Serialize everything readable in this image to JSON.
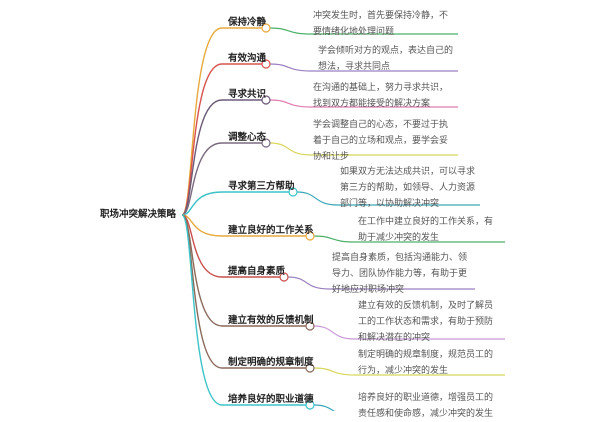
{
  "root": "职场冲突解决策略",
  "branches": [
    {
      "label": "保持冷静",
      "text": [
        "冲突发生时，首先要保持冷静，不",
        "要情绪化地处理问题"
      ],
      "branch_color": "#e8a93c",
      "leaf_color": "#4caf6a"
    },
    {
      "label": "有效沟通",
      "text": [
        "学会倾听对方的观点，表达自己的",
        "想法，寻求共同点"
      ],
      "branch_color": "#d9534f",
      "leaf_color": "#9b7fc0"
    },
    {
      "label": "寻求共识",
      "text": [
        "在沟通的基础上，努力寻求共识，",
        "找到双方都能接受的解决方案"
      ],
      "branch_color": "#6b5a78",
      "leaf_color": "#e07ab0"
    },
    {
      "label": "调整心态",
      "text": [
        "学会调整自己的心态，不要过于执",
        "着于自己的立场和观点，要学会妥",
        "协和让步"
      ],
      "branch_color": "#7a6a80",
      "leaf_color": "#d8d65a"
    },
    {
      "label": "寻求第三方帮助",
      "text": [
        "如果双方无法达成共识，可以寻求",
        "第三方的帮助，如领导、人力资源",
        "部门等，以协助解决冲突"
      ],
      "branch_color": "#3cc3c8",
      "leaf_color": "#3aa6b8"
    },
    {
      "label": "建立良好的工作关系",
      "text": [
        "在工作中建立良好的工作关系，有",
        "助于减少冲突的发生"
      ],
      "branch_color": "#e8a93c",
      "leaf_color": "#4caf6a"
    },
    {
      "label": "提高自身素质",
      "text": [
        "提高自身素质，包括沟通能力、领",
        "导力、团队协作能力等，有助于更",
        "好地应对职场冲突"
      ],
      "branch_color": "#c9504c",
      "leaf_color": "#9b7fc0"
    },
    {
      "label": "建立有效的反馈机制",
      "text": [
        "建立有效的反馈机制，及时了解员",
        "工的工作状态和需求，有助于预防",
        "和解决潜在的冲突"
      ],
      "branch_color": "#8a6a5a",
      "leaf_color": "#c898d8"
    },
    {
      "label": "制定明确的规章制度",
      "text": [
        "制定明确的规章制度，规范员工的",
        "行为，减少冲突的发生"
      ],
      "branch_color": "#8a6a5a",
      "leaf_color": "#d8d65a"
    },
    {
      "label": "培养良好的职业道德",
      "text": [
        "培养良好的职业道德，增强员工的",
        "责任感和使命感，减少冲突的发生"
      ],
      "branch_color": "#3cc3c8",
      "leaf_color": "#3aa6b8"
    }
  ]
}
